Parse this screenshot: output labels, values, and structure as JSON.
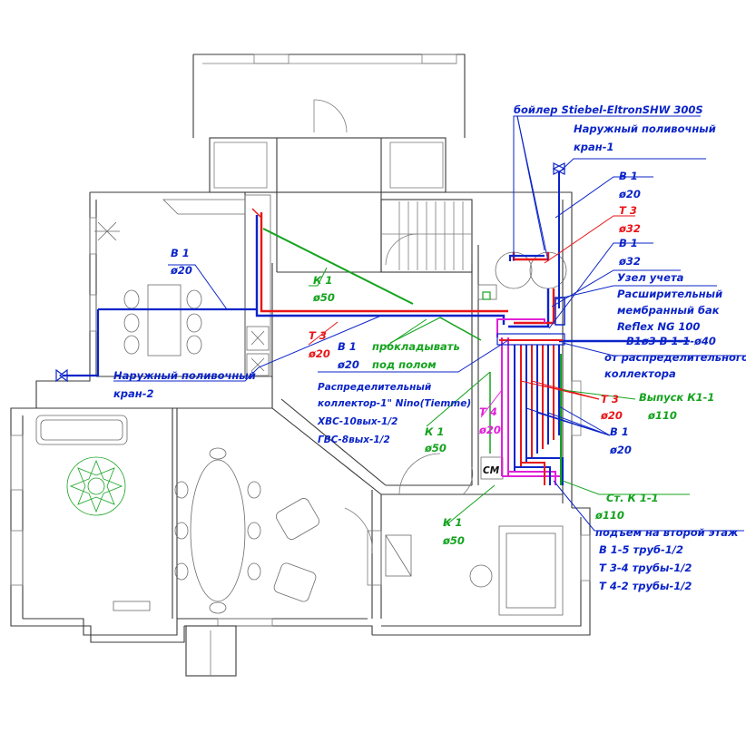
{
  "colors": {
    "b1": "#0b24c8",
    "t3": "#e8161a",
    "t4": "#e020d8",
    "k1": "#14a31e",
    "walls": "#3a3a3a"
  },
  "labels": {
    "boiler": "бойлер Stiebel-EltronSHW 300S",
    "tap1_l1": "Наружный поливочный",
    "tap1_l2": "кран-1",
    "b1_top": "В 1",
    "b1_top_d": "ø20",
    "t3_top": "Т 3",
    "t3_top_d": "ø32",
    "b1_mid": "В 1",
    "b1_mid_d": "ø32",
    "meter": "Узел учета",
    "tank_l1": "Расширительный",
    "tank_l2": "мембранный бак",
    "tank_l3": "Reflex NG 100",
    "b1_main": "В1ø3 В 1-1-ø40",
    "from_coll_l1": "от распределительного",
    "from_coll_l2": "коллектора",
    "b1_left": "В 1",
    "b1_left_d": "ø20",
    "k1_left": "К 1",
    "k1_left_d": "ø50",
    "t3_center": "Т 3",
    "t3_center_d": "ø20",
    "b1_center": "В 1",
    "b1_center_d": "ø20",
    "under_floor_l1": "прокладывать",
    "under_floor_l2": "под полом",
    "coll_l1": "Распределительный",
    "coll_l2": "коллектор-1\" Nino(Tiemme)",
    "coll_l3": "ХВС-10вых-1/2",
    "coll_l4": "ГВС-8вых-1/2",
    "t4": "Т 4",
    "t4_d": "ø20",
    "k1_mid": "К 1",
    "k1_mid_d": "ø50",
    "outlet_l1": "Выпуск К1-1",
    "outlet_d": "ø110",
    "t3_right": "Т 3",
    "t3_right_d": "ø20",
    "b1_right": "В 1",
    "b1_right_d": "ø20",
    "tap2_l1": "Наружный поливочный",
    "tap2_l2": "кран-2",
    "riser_l1": "Ст. К 1-1",
    "riser_d": "ø110",
    "k1_bottom": "К 1",
    "k1_bottom_d": "ø50",
    "second_floor": "подъем на второй этаж",
    "b15": "В 1-5  труб-1/2",
    "t34": "Т 3-4  трубы-1/2",
    "t42": "Т 4-2  трубы-1/2",
    "wm": "СМ"
  }
}
